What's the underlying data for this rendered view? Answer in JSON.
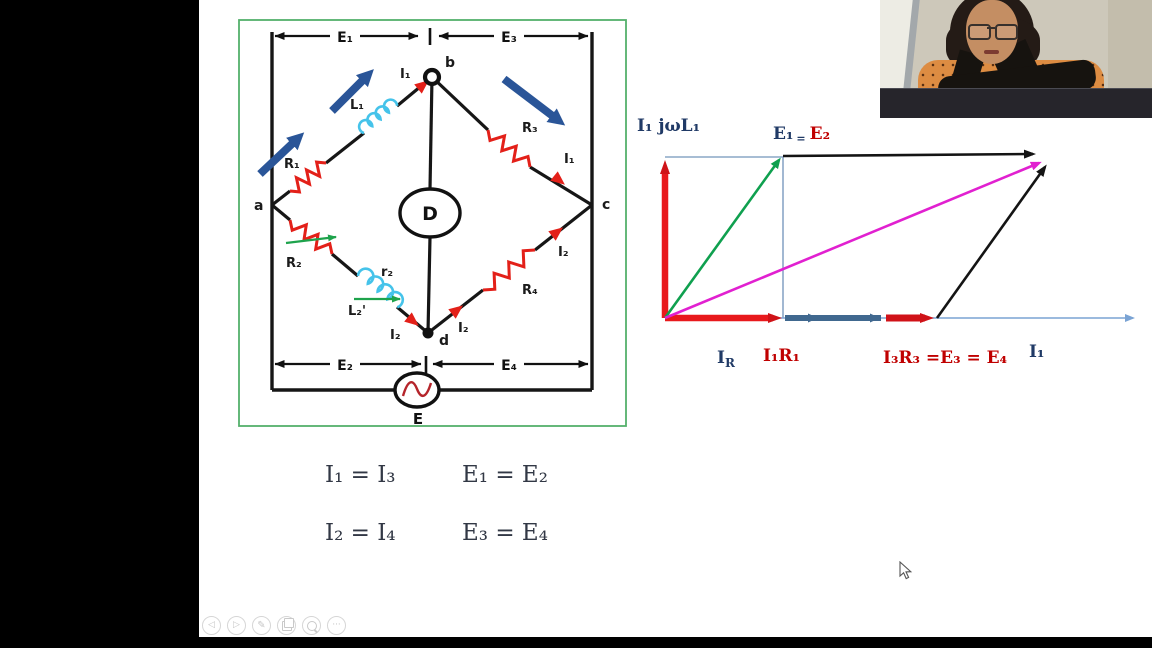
{
  "circuit": {
    "dims": {
      "e1": "E₁",
      "e3": "E₃",
      "e2": "E₂",
      "e4": "E₄"
    },
    "nodes": {
      "a": "a",
      "b": "b",
      "c": "c",
      "d": "d"
    },
    "parts": {
      "r1": "R₁",
      "l1": "L₁",
      "i1_top": "I₁",
      "r3": "R₃",
      "i1_right": "I₁",
      "r2": "R₂",
      "r2_small": "r₂",
      "l2": "L₂'",
      "i2_left": "I₂",
      "i2_mid": "I₂",
      "r4": "R₄",
      "i2_upper": "I₂",
      "detector": "D",
      "source": "E"
    }
  },
  "phasor": {
    "i1jwl1": "I₁ jωL₁",
    "e1": "E₁",
    "eq": "=",
    "e2": "E₂",
    "ir_i": "I",
    "ir_r": "R",
    "i1r1": "I₁R₁",
    "i3r3": "I₃R₃ =E₃ = E₄",
    "i1": "I₁"
  },
  "equations": {
    "r1l": "I₁ = I₃",
    "r1r": "E₁ = E₂",
    "r2l": "I₂ = I₄",
    "r2r": "E₃ = E₄"
  },
  "toolbar": {
    "prev": "◁",
    "next": "▷",
    "pen": "✎",
    "more": "···"
  },
  "colors": {
    "wire": "#161616",
    "resistor_red": "#e32019",
    "coil_cyan": "#45c3ea",
    "green_arrow": "#1ea34c",
    "block_arrow_blue": "#2a5598",
    "box_border_green": "#54b06b",
    "phasor_red": "#e8191c",
    "phasor_steel": "#40688f",
    "phasor_axis": "#7aa3d4",
    "phasor_green": "#0fa04f",
    "phasor_magenta": "#e120d0",
    "phasor_black": "#141414",
    "text_navy": "#203a66",
    "text_red": "#c00000"
  }
}
